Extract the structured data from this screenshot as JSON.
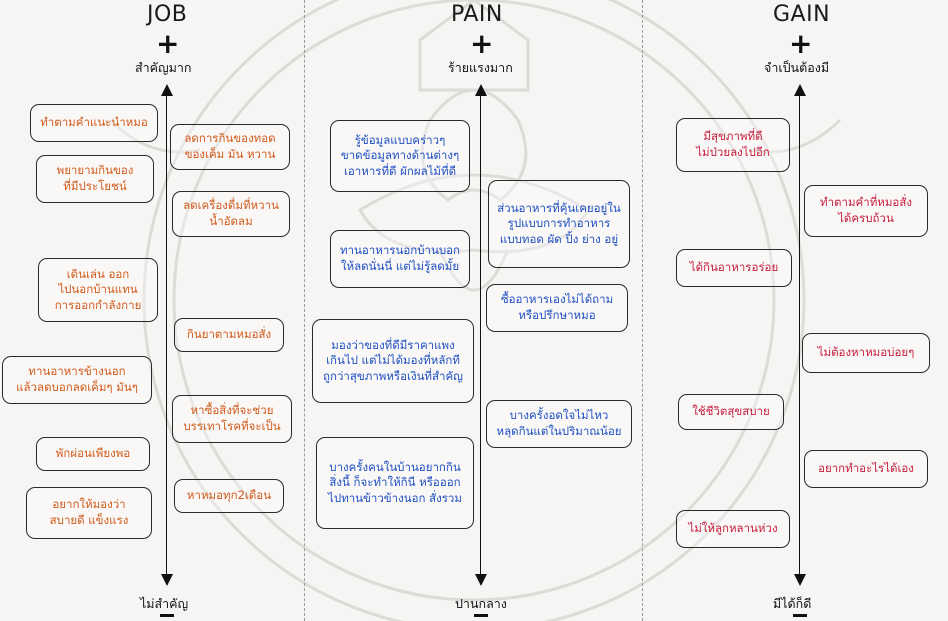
{
  "columns": {
    "job": {
      "title": "JOB",
      "top": "สำคัญมาก",
      "bottom": "ไม่สำคัญ"
    },
    "pain": {
      "title": "PAIN",
      "top": "ร้ายแรงมาก",
      "bottom": "ปานกลาง"
    },
    "gain": {
      "title": "GAIN",
      "top": "จำเป็นต้องมี",
      "bottom": "มีได้ก็ดี"
    }
  },
  "plus_sign": "+",
  "job_items": [
    "ทำตามคำแนะนำหมอ",
    "พยายามกินของ\nที่มีประโยชน์",
    "เดินเล่น ออก\nไปนอกบ้านแทน\nการออกกำลังกาย",
    "ทานอาหารข้างนอก\nแล้วลดบอกลดเค็มๆ มันๆ",
    "พักผ่อนเพียงพอ",
    "อยากให้มองว่า\nสบายดี แข็งแรง",
    "ลดการกินของทอด\nของเค็ม มัน หวาน",
    "ลดเครื่องดื่มที่หวาน\nน้ำอัดลม",
    "กินยาตามหมอสั่ง",
    "หาซื้อสิ่งที่จะช่วย\nบรรเทาโรคที่จะเป็น",
    "หาหมอทุก2เดือน"
  ],
  "pain_items": [
    "รู้ข้อมูลแบบคร่าวๆ\nขาดข้อมูลทางด้านต่างๆ\nเอาหารที่ดี ผักผลไม้ที่ดี",
    "ทานอาหารนอกบ้านบอก\nให้ลดนั่นนี่ แต่ไม่รู้ลดมั้ย",
    "มองว่าของที่ดีมีราคาแพง\nเกินไป แต่ไม่ได้มองที่หลักที\nถูกว่าสุขภาพหรือเงินที่สำคัญ",
    "บางครั้งคนในบ้านอยากกิน\nสิ่งนี้ ก็จะทำให้กินี หรือออก\nไปทานข้าวข้างนอก สั่งรวม",
    "ส่วนอาหารที่คุ้นเคยอยู่ใน\nรูปแบบการทำอาหาร\nแบบทอด ผัด ปิ้ง ย่าง อยู่",
    "ซื้ออาหารเองไม่ได้ถาม\nหรือปรึกษาหมอ",
    "บางครั้งอดใจไม่ไหว\nหลุดกินแต่ในปริมาณน้อย"
  ],
  "gain_items": [
    "มีสุขภาพที่ดี\nไม่ป่วยลงไปอีก",
    "ได้กินอาหารอร่อย",
    "ใช้ชีวิตสุขสบาย",
    "ไม่ให้ลูกหลานห่วง",
    "ทำตามคำที่หมอสั่ง\nได้ครบถ้วน",
    "ไม่ต้องหาหมอบ่อยๆ",
    "อยากทำอะไรได้เอง"
  ]
}
